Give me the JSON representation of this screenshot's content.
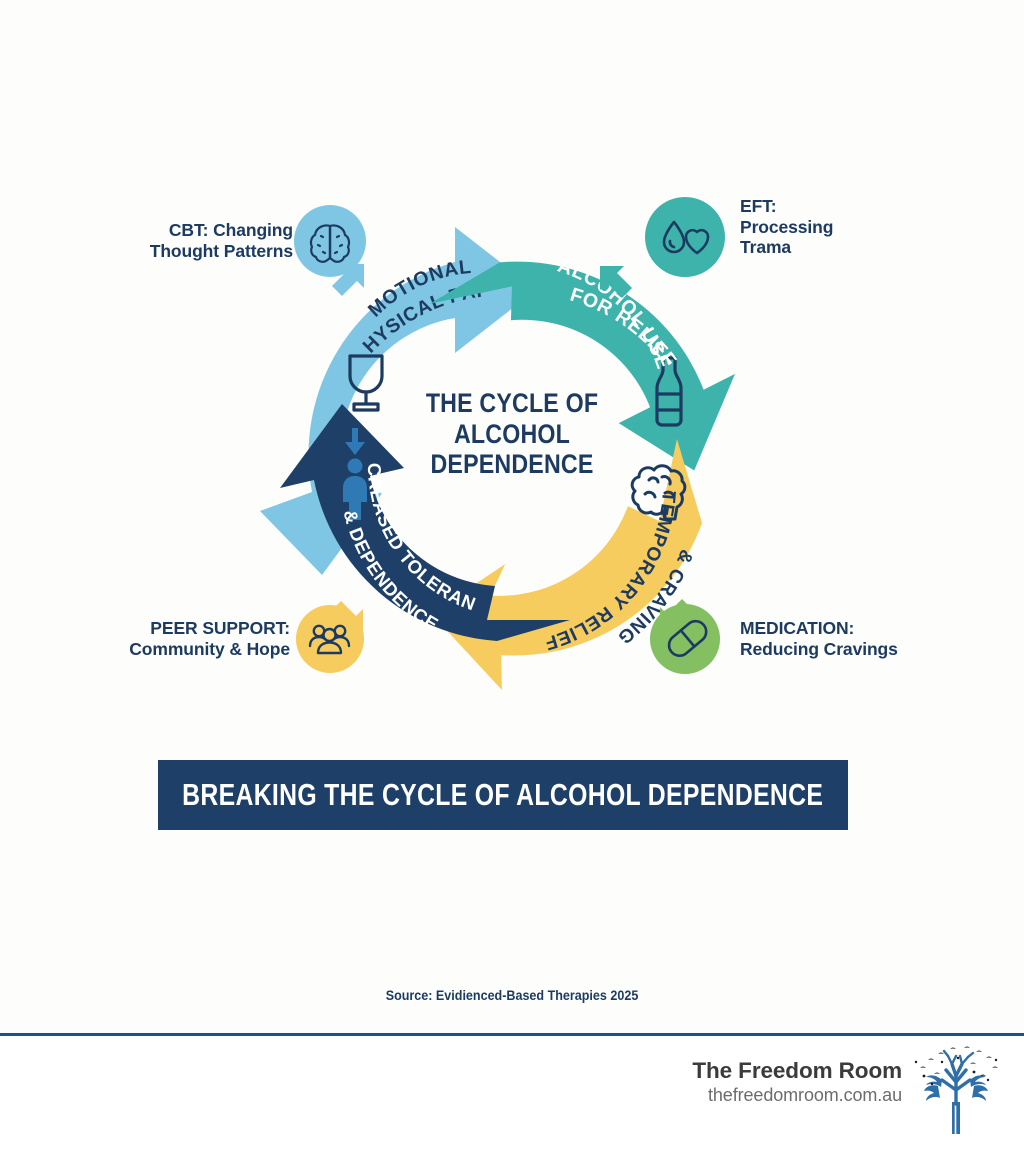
{
  "page": {
    "background_color": "#fdfdfc",
    "center_title_lines": [
      "THE CYCLE OF",
      "ALCOHOL",
      "DEPENDENCE"
    ],
    "banner_text": "BREAKING THE CYCLE OF ALCOHOL DEPENDENCE",
    "source_text": "Source: Evidienced-Based Therapies 2025"
  },
  "colors": {
    "navy": "#1e3f68",
    "light_blue": "#7fc6e4",
    "teal": "#3db3ac",
    "yellow": "#f7cc5e",
    "green": "#84bf62",
    "dark_navy_text": "#1d3b61",
    "white": "#ffffff",
    "footer_rule": "#1f4f8f"
  },
  "cycle": {
    "stages": [
      {
        "id": "emotional-physical-pain",
        "label_lines": [
          "EMOTIONAL/",
          "PHYSICAL PAIN"
        ],
        "color": "#7fc6e4",
        "text_color": "#1d3b61",
        "icon": "wine-glass-icon",
        "position": "top-left"
      },
      {
        "id": "alcohol-use-for-relief",
        "label_lines": [
          "ALCOHOL USE",
          "FOR RELIEF"
        ],
        "color": "#3db3ac",
        "text_color": "#ffffff",
        "icon": "bottle-icon",
        "position": "top-right"
      },
      {
        "id": "temporary-relief-craving",
        "label_lines": [
          "TEMPORARY RELIEF",
          "& CRAVING"
        ],
        "color": "#f7cc5e",
        "text_color": "#1d3b61",
        "icon": "brain-side-icon",
        "position": "bottom-right"
      },
      {
        "id": "increased-tolerance-dependence",
        "label_lines": [
          "INCREASED TOLERANCE",
          "& DEPENDENCE"
        ],
        "color": "#1e3f68",
        "text_color": "#ffffff",
        "icon": "person-down-arrow-icon",
        "position": "bottom-left"
      }
    ]
  },
  "callouts": [
    {
      "id": "cbt",
      "title": "CBT: Changing",
      "subtitle": "Thought Patterns",
      "circle_color": "#7fc6e4",
      "icon": "brain-icon",
      "align": "right"
    },
    {
      "id": "eft",
      "title": "EFT:",
      "subtitle": "Processing",
      "subtitle2": "Trama",
      "circle_color": "#3db3ac",
      "icon": "droplet-heart-icon",
      "align": "left"
    },
    {
      "id": "peer-support",
      "title": "PEER SUPPORT:",
      "subtitle": "Community & Hope",
      "circle_color": "#f7cc5e",
      "icon": "people-group-icon",
      "align": "right"
    },
    {
      "id": "medication",
      "title": "MEDICATION:",
      "subtitle": "Reducing Cravings",
      "circle_color": "#84bf62",
      "icon": "pill-icon",
      "align": "left"
    }
  ],
  "footer": {
    "brand_name": "The Freedom Room",
    "brand_url": "thefreedomroom.com.au",
    "logo": "tree-with-birds-logo"
  }
}
